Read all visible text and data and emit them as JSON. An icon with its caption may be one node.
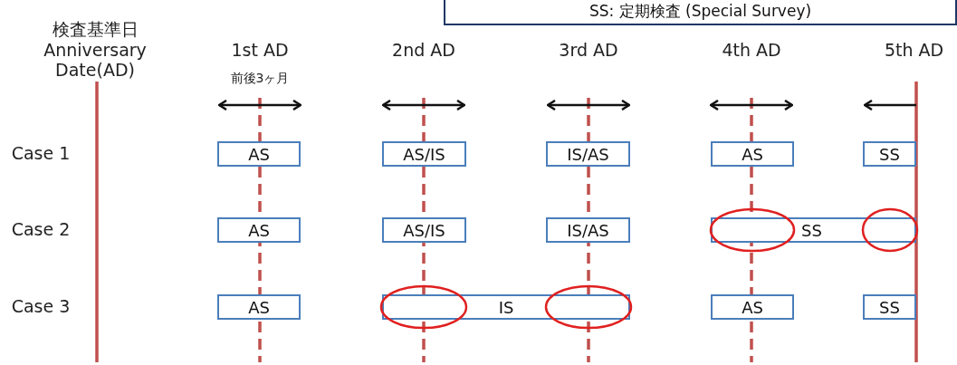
{
  "diagram": {
    "nodes": [
      {
        "text": [
          "SS: 定期検査 (Special Survey)"
        ]
      },
      {
        "text": [
          "AS"
        ]
      },
      {
        "text": [
          "AS/IS"
        ]
      },
      {
        "text": [
          "IS/AS"
        ]
      },
      {
        "text": [
          "AS"
        ]
      },
      {
        "text": [
          "SS"
        ]
      },
      {
        "text": [
          "AS"
        ]
      },
      {
        "text": [
          "AS/IS"
        ]
      },
      {
        "text": [
          "IS/AS"
        ]
      },
      {
        "text": [
          "SS"
        ]
      },
      {
        "text": [
          "AS"
        ]
      },
      {
        "text": [
          "IS"
        ]
      },
      {
        "text": [
          "AS"
        ]
      },
      {
        "text": [
          "SS"
        ]
      }
    ],
    "edges": [],
    "labels": [
      "検査基準日",
      "Anniversary Date(AD)",
      "1st AD",
      "2nd AD",
      "3rd AD",
      "4th AD",
      "5th AD",
      "前後3ヶ月",
      "Case 1",
      "Case 2",
      "Case 3"
    ]
  }
}
